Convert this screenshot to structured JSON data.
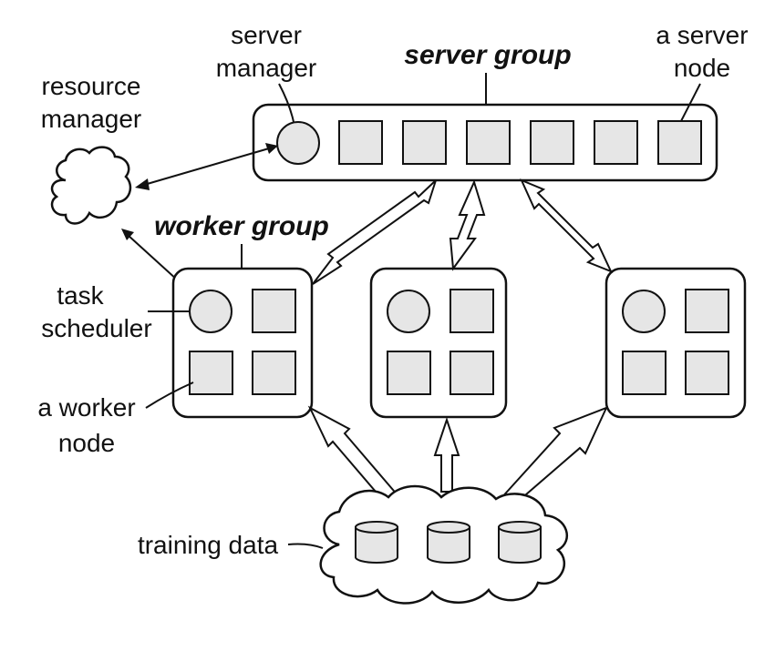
{
  "labels": {
    "server_manager_1": "server",
    "server_manager_2": "manager",
    "server_group": "server group",
    "server_node_1": "a server",
    "server_node_2": "node",
    "resource_manager_1": "resource",
    "resource_manager_2": "manager",
    "worker_group": "worker group",
    "task_scheduler_1": "task",
    "task_scheduler_2": "scheduler",
    "worker_node_1": "a worker",
    "worker_node_2": "node",
    "training_data": "training data"
  },
  "colors": {
    "node_fill": "#e6e6e6",
    "stroke": "#111111",
    "background": "#ffffff"
  }
}
